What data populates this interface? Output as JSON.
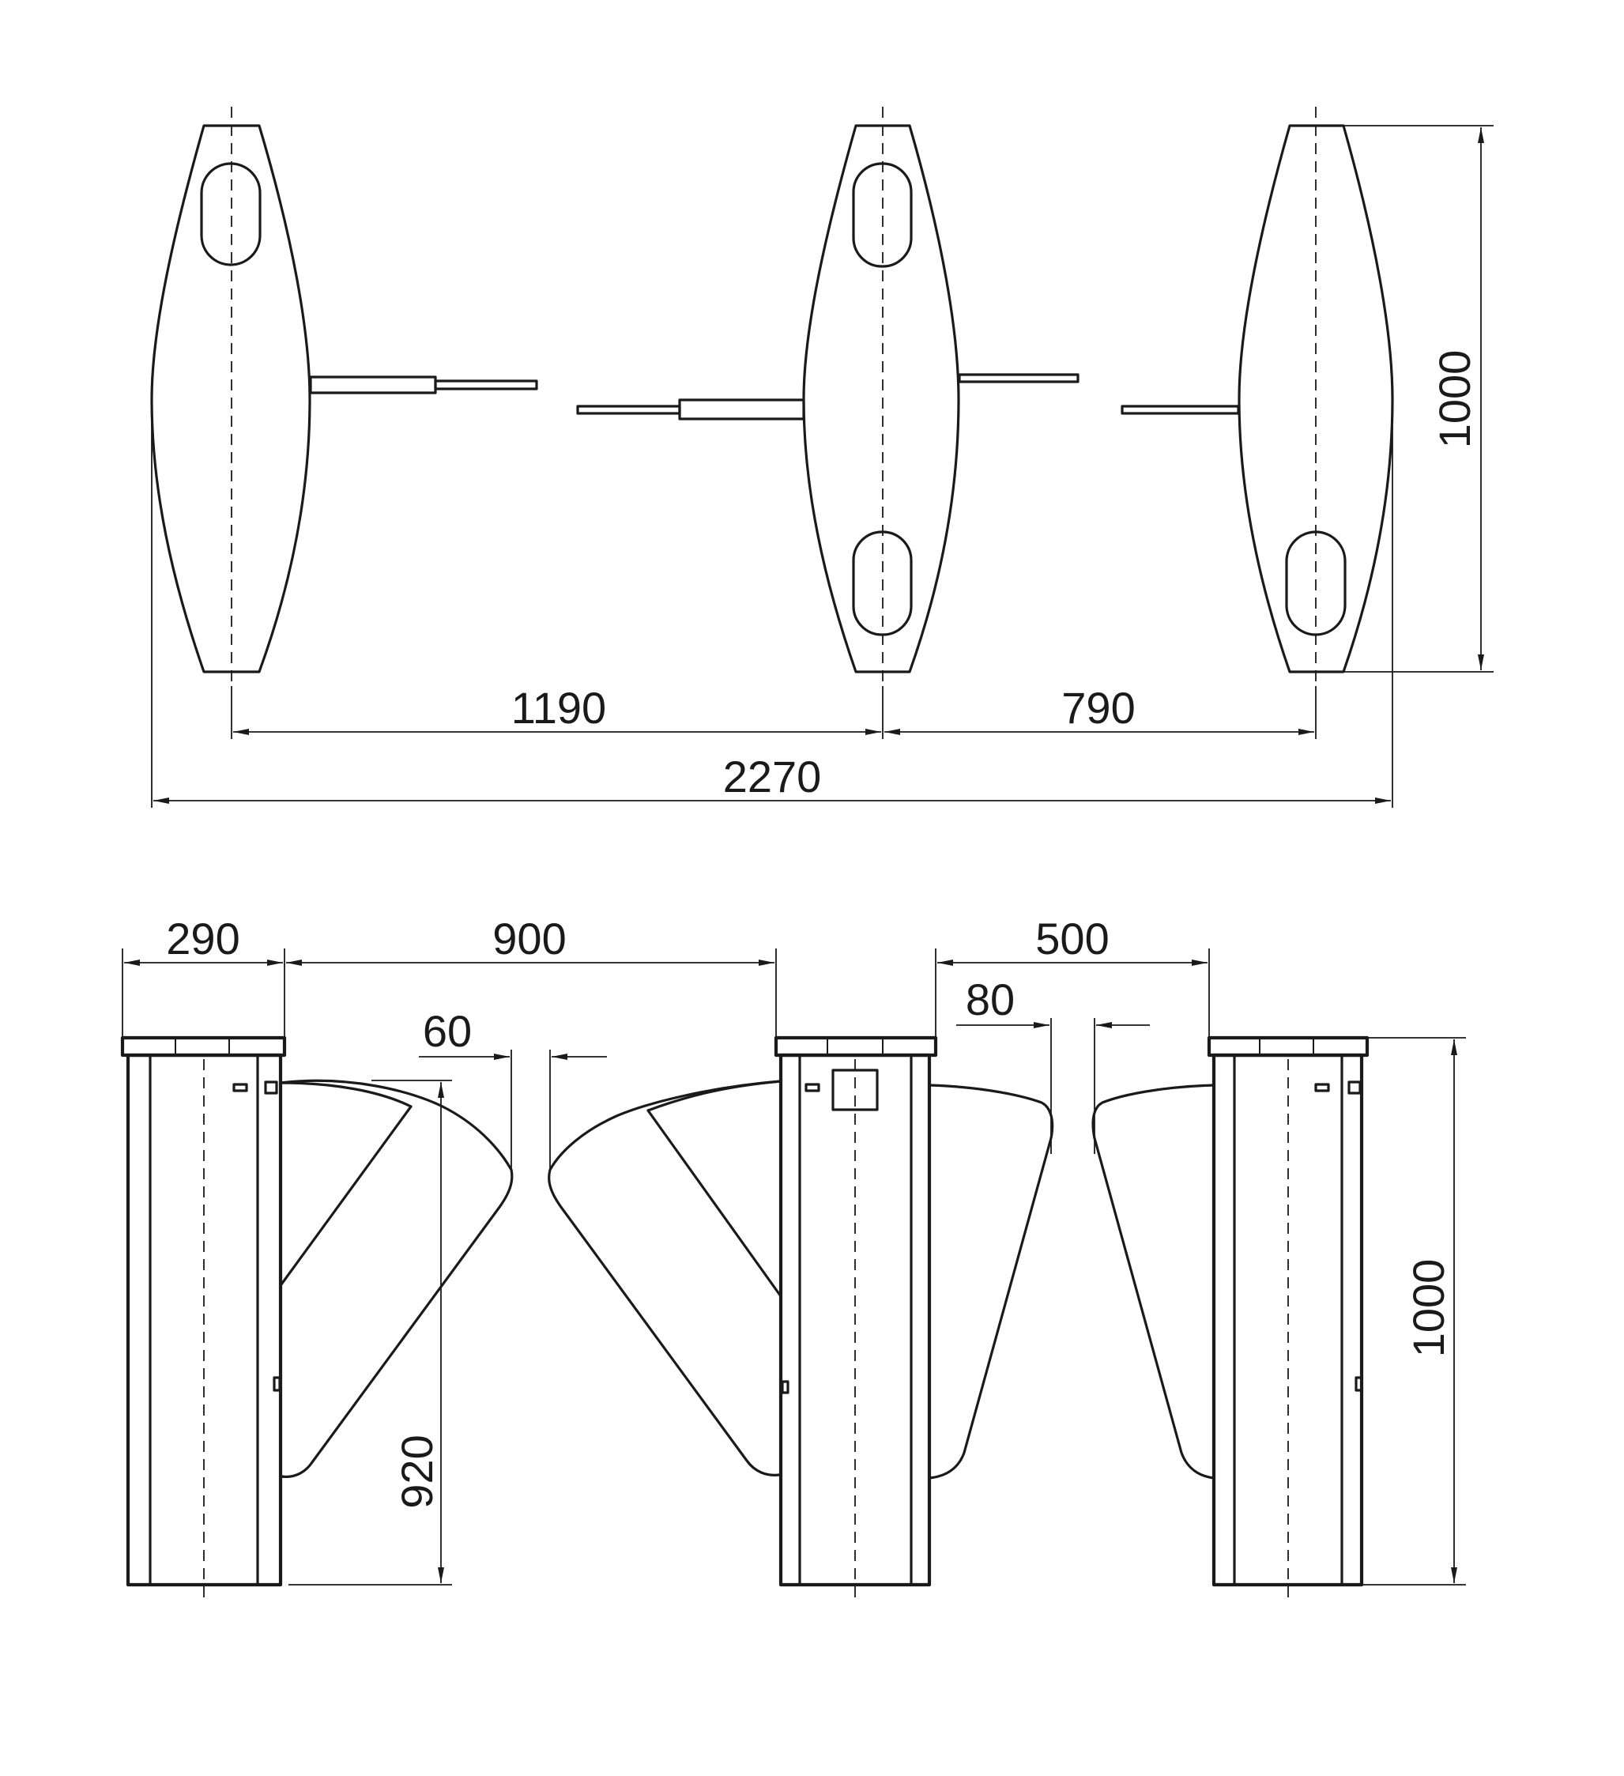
{
  "top_view": {
    "dimensions": {
      "gap_1": "1190",
      "gap_2": "790",
      "overall_width": "2270",
      "depth": "1000"
    }
  },
  "front_view": {
    "dimensions": {
      "cabinet_width": "290",
      "passage_wide": "900",
      "passage_narrow": "500",
      "flap_gap_wide": "60",
      "flap_gap_narrow": "80",
      "flap_height": "920",
      "cabinet_height": "1000"
    }
  }
}
